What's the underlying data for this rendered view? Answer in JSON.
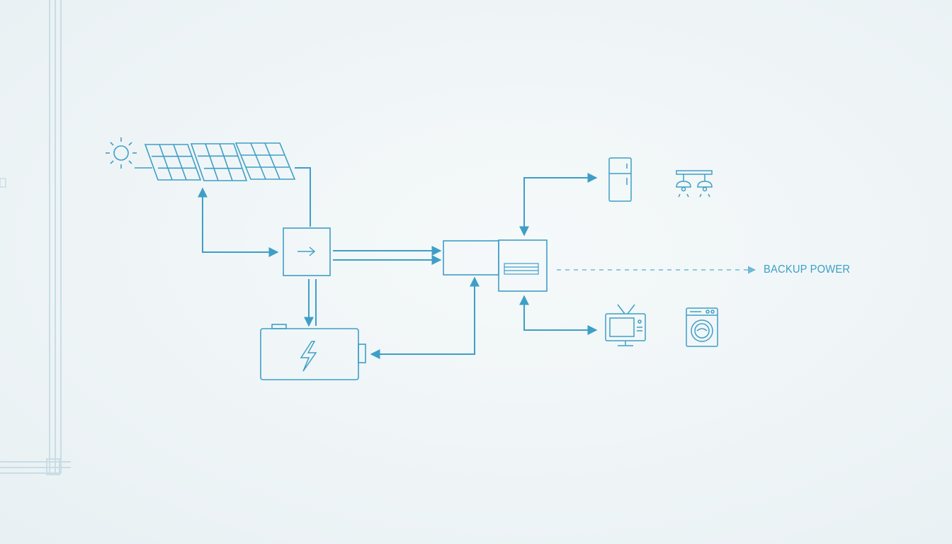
{
  "diagram": {
    "backup_label": "BACKUP POWER",
    "colors": {
      "stroke": "#3e9fc6",
      "stroke_light": "#9cc9dc",
      "frame": "#c9dde6",
      "background": "#eef4f6"
    },
    "nodes": [
      {
        "id": "sun",
        "icon": "sun-icon"
      },
      {
        "id": "solar-panels",
        "icon": "solar-panel-icon",
        "count": 3
      },
      {
        "id": "charge-controller",
        "icon": "arrow-right-icon"
      },
      {
        "id": "battery",
        "icon": "battery-lightning-icon"
      },
      {
        "id": "inverter",
        "icon": "inverter-icon"
      },
      {
        "id": "distribution-panel",
        "icon": "panel-icon"
      },
      {
        "id": "refrigerator",
        "icon": "refrigerator-icon"
      },
      {
        "id": "ceiling-lights",
        "icon": "ceiling-lights-icon"
      },
      {
        "id": "television",
        "icon": "tv-icon"
      },
      {
        "id": "washing-machine",
        "icon": "washing-machine-icon"
      }
    ]
  }
}
